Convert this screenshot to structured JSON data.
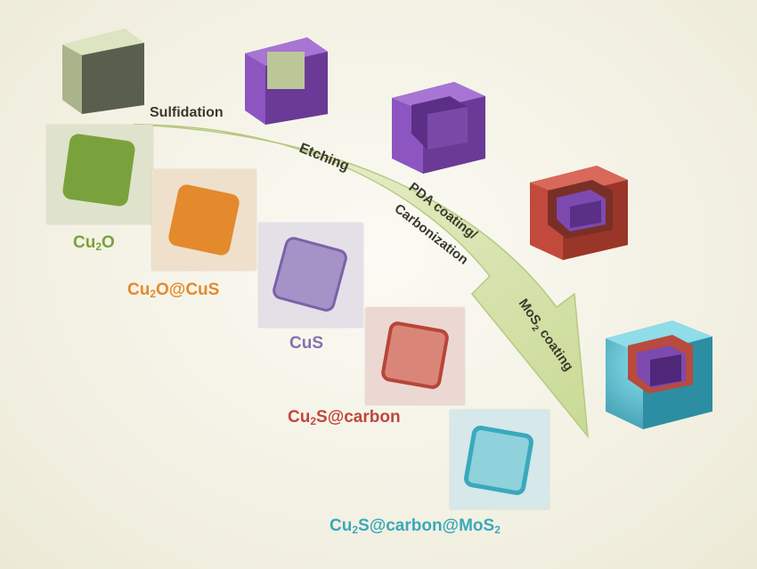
{
  "steps": {
    "sulfidation": "Sulfidation",
    "etching": "Etching",
    "pda_line1": "PDA coating/",
    "pda_line2": "Carbonization",
    "mos2_pre": "MoS",
    "mos2_sub": "2",
    "mos2_post": " coating"
  },
  "labels": {
    "cu2o": {
      "a": "Cu",
      "sub": "2",
      "b": "O"
    },
    "cu2o_cus": {
      "a": "Cu",
      "sub": "2",
      "b": "O@CuS"
    },
    "cus": {
      "a": "CuS"
    },
    "cu2s_carbon": {
      "a": "Cu",
      "sub": "2",
      "b": "S@carbon"
    },
    "cu2s_carbon_mos2": {
      "a": "Cu",
      "sub": "2",
      "b": "S@carbon@MoS",
      "sub2": "2"
    }
  },
  "colors": {
    "cu2o": "#7aa23c",
    "cu2o_cus": "#e38a2c",
    "cus": "#8a6fb0",
    "cu2s_carbon": "#c0473a",
    "mos2": "#3aa9bc",
    "arrow": "#d9e6b0"
  }
}
